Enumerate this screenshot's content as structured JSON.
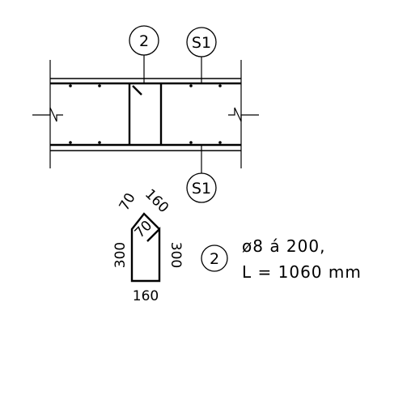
{
  "markers": {
    "top_left": "2",
    "top_right": "S1",
    "bottom": "S1",
    "detail": "2"
  },
  "detail": {
    "dim_top_diag": "160",
    "dim_top_hook": "70",
    "dim_inner_hook": "70",
    "dim_left": "300",
    "dim_right": "300",
    "dim_bottom": "160"
  },
  "spec": {
    "line1": "ø8 á 200,",
    "line2": "L = 1060 mm"
  },
  "colors": {
    "ink": "#000000",
    "background": "#ffffff"
  }
}
